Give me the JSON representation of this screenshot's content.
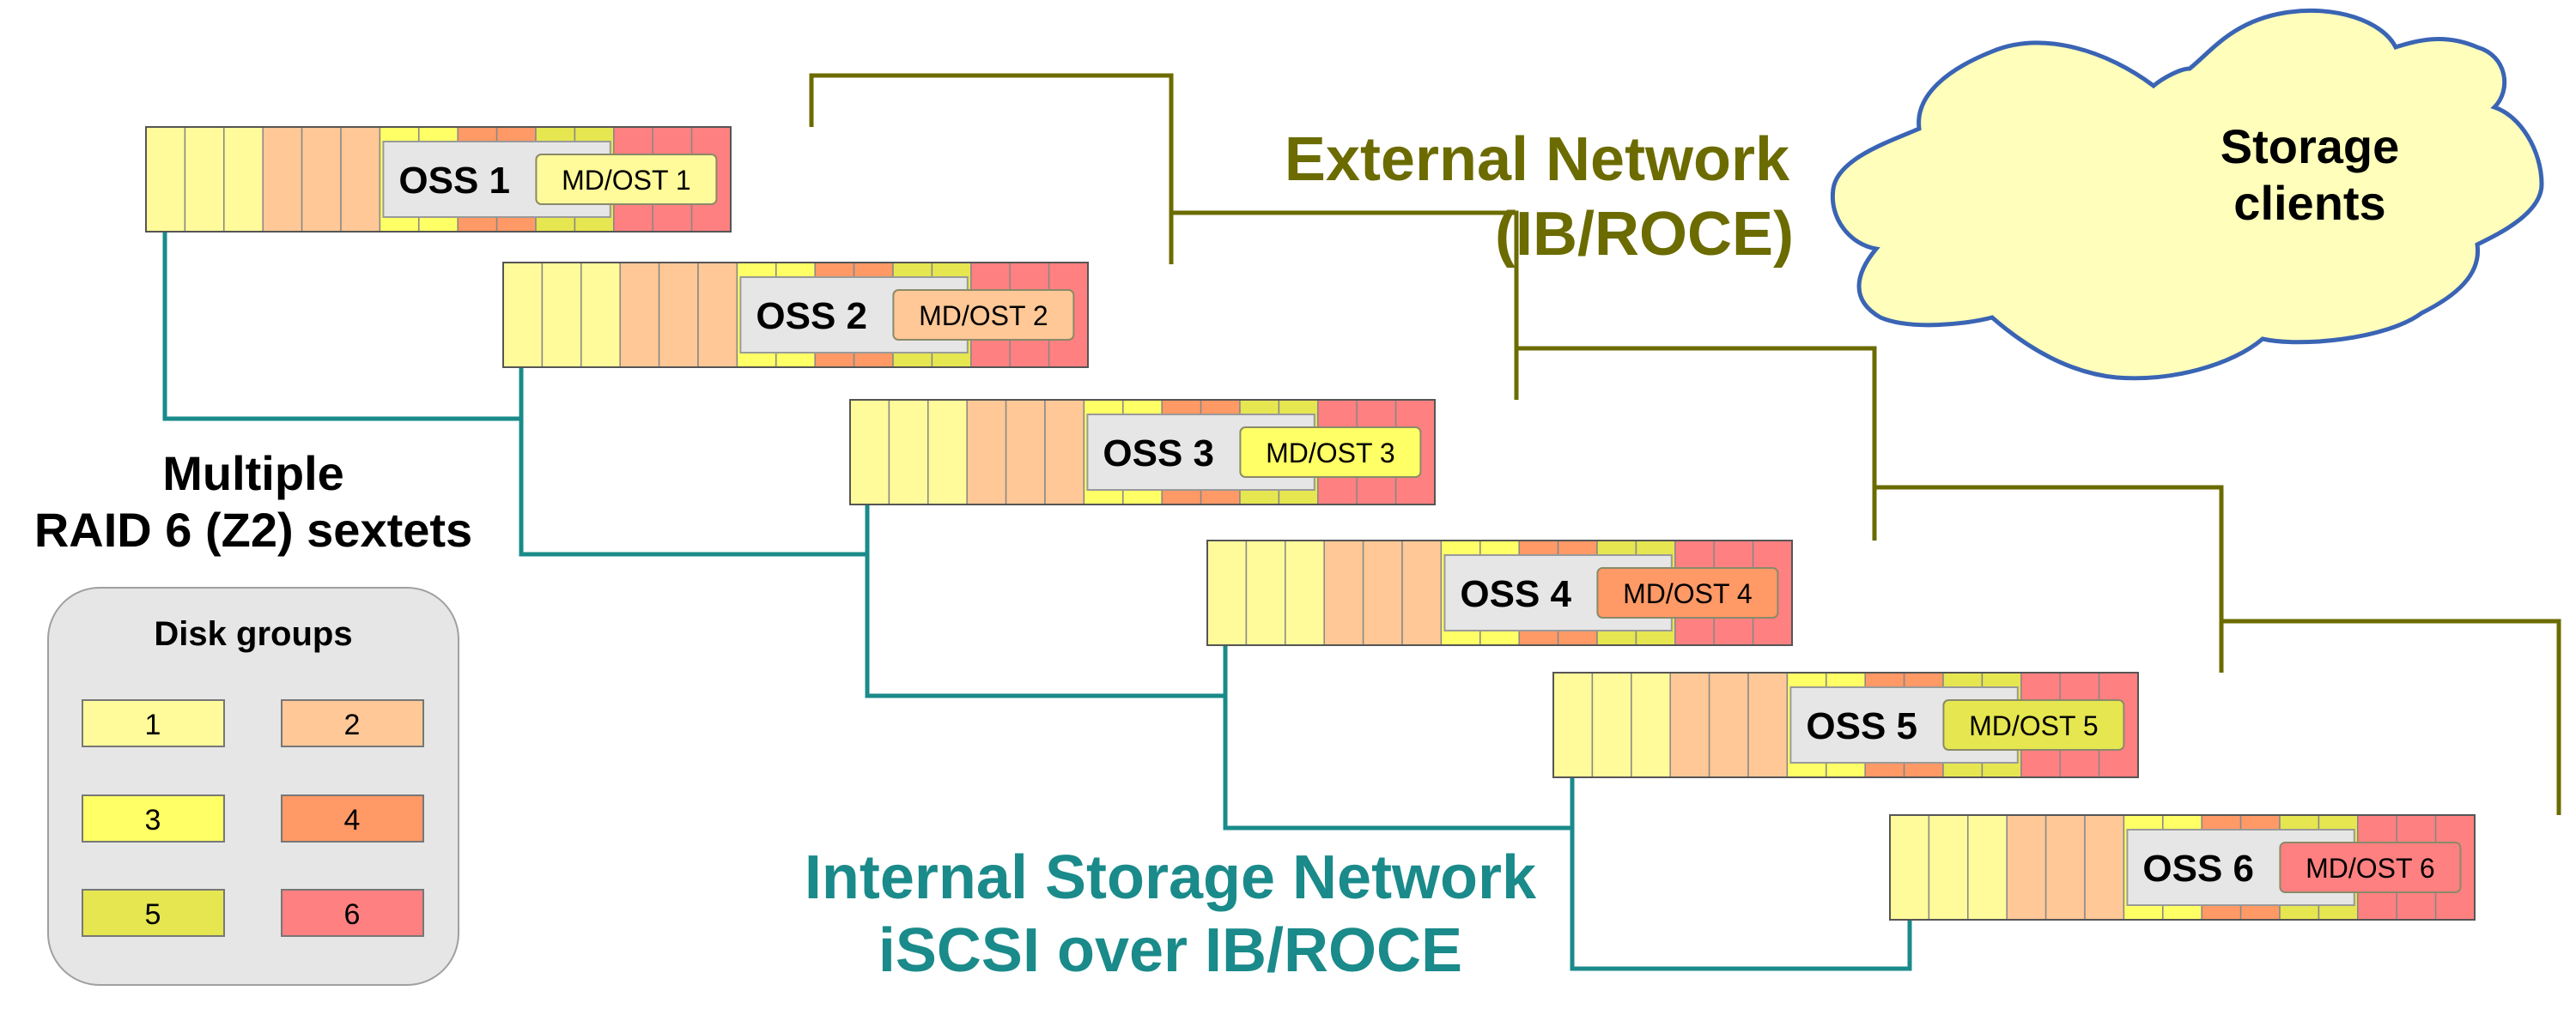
{
  "colors": {
    "g1": "#fffa9a",
    "g2": "#ffc896",
    "g3": "#ffff66",
    "g4": "#ff9966",
    "g5": "#e6e650",
    "g6": "#ff8080",
    "external_network": "#6b6b00",
    "internal_network": "#1a8a8a",
    "cloud_fill": "#ffffbb",
    "cloud_outline": "#3a64b4",
    "legend_fill": "#e6e6e6",
    "oss_label_fill": "#e6e6e6"
  },
  "external_network": {
    "line1": "External Network",
    "line2": "(IB/ROCE)"
  },
  "internal_network": {
    "line1": "Internal Storage Network",
    "line2": "iSCSI over IB/ROCE"
  },
  "raid_label": {
    "line1": "Multiple",
    "line2": "RAID 6 (Z2) sextets"
  },
  "storage_clients": {
    "line1": "Storage",
    "line2": "clients"
  },
  "legend": {
    "title": "Disk groups",
    "items": [
      {
        "label": "1",
        "color": "#fffa9a"
      },
      {
        "label": "2",
        "color": "#ffc896"
      },
      {
        "label": "3",
        "color": "#ffff66"
      },
      {
        "label": "4",
        "color": "#ff9966"
      },
      {
        "label": "5",
        "color": "#e6e650"
      },
      {
        "label": "6",
        "color": "#ff8080"
      }
    ]
  },
  "servers": [
    {
      "name": "OSS 1",
      "target": "MD/OST 1",
      "target_group": 1
    },
    {
      "name": "OSS 2",
      "target": "MD/OST 2",
      "target_group": 2
    },
    {
      "name": "OSS 3",
      "target": "MD/OST 3",
      "target_group": 3
    },
    {
      "name": "OSS 4",
      "target": "MD/OST 4",
      "target_group": 4
    },
    {
      "name": "OSS 5",
      "target": "MD/OST 5",
      "target_group": 5
    },
    {
      "name": "OSS 6",
      "target": "MD/OST 6",
      "target_group": 6
    }
  ]
}
